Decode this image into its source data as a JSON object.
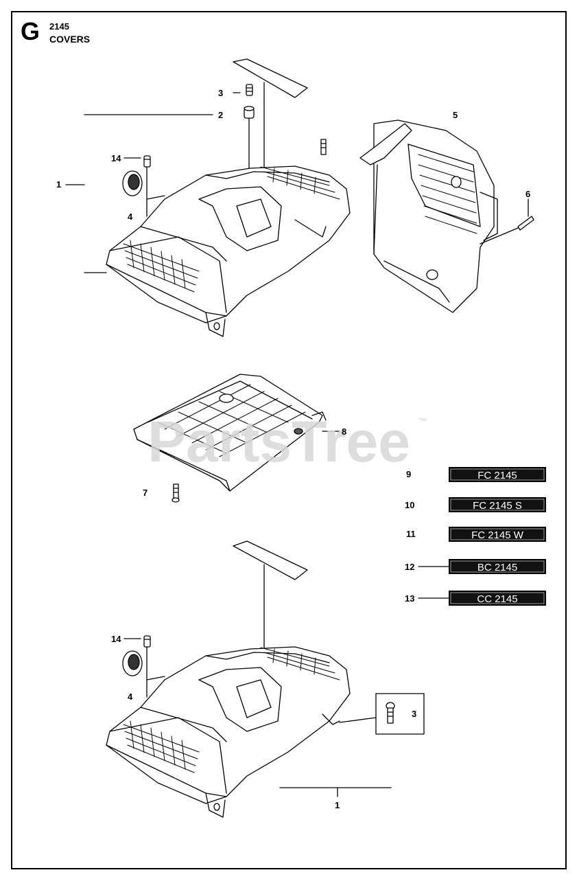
{
  "header": {
    "section_letter": "G",
    "model_number": "2145",
    "section_title": "COVERS"
  },
  "watermark": {
    "text": "PartsTree",
    "trademark": "™"
  },
  "callouts": {
    "c1_top": "1",
    "c2": "2",
    "c3_top": "3",
    "c4_top": "4",
    "c5": "5",
    "c6": "6",
    "c7": "7",
    "c8": "8",
    "c14_top": "14",
    "c14_bottom": "14",
    "c4_bottom": "4",
    "c3_box": "3",
    "c1_bottom": "1"
  },
  "decals": [
    {
      "ref": "9",
      "label": "FC 2145"
    },
    {
      "ref": "10",
      "label": "FC 2145 S"
    },
    {
      "ref": "11",
      "label": "FC 2145 W"
    },
    {
      "ref": "12",
      "label": "BC 2145"
    },
    {
      "ref": "13",
      "label": "CC 2145"
    }
  ],
  "colors": {
    "ink": "#000000",
    "badge": "#111111",
    "watermark": "#d8d8d8"
  }
}
